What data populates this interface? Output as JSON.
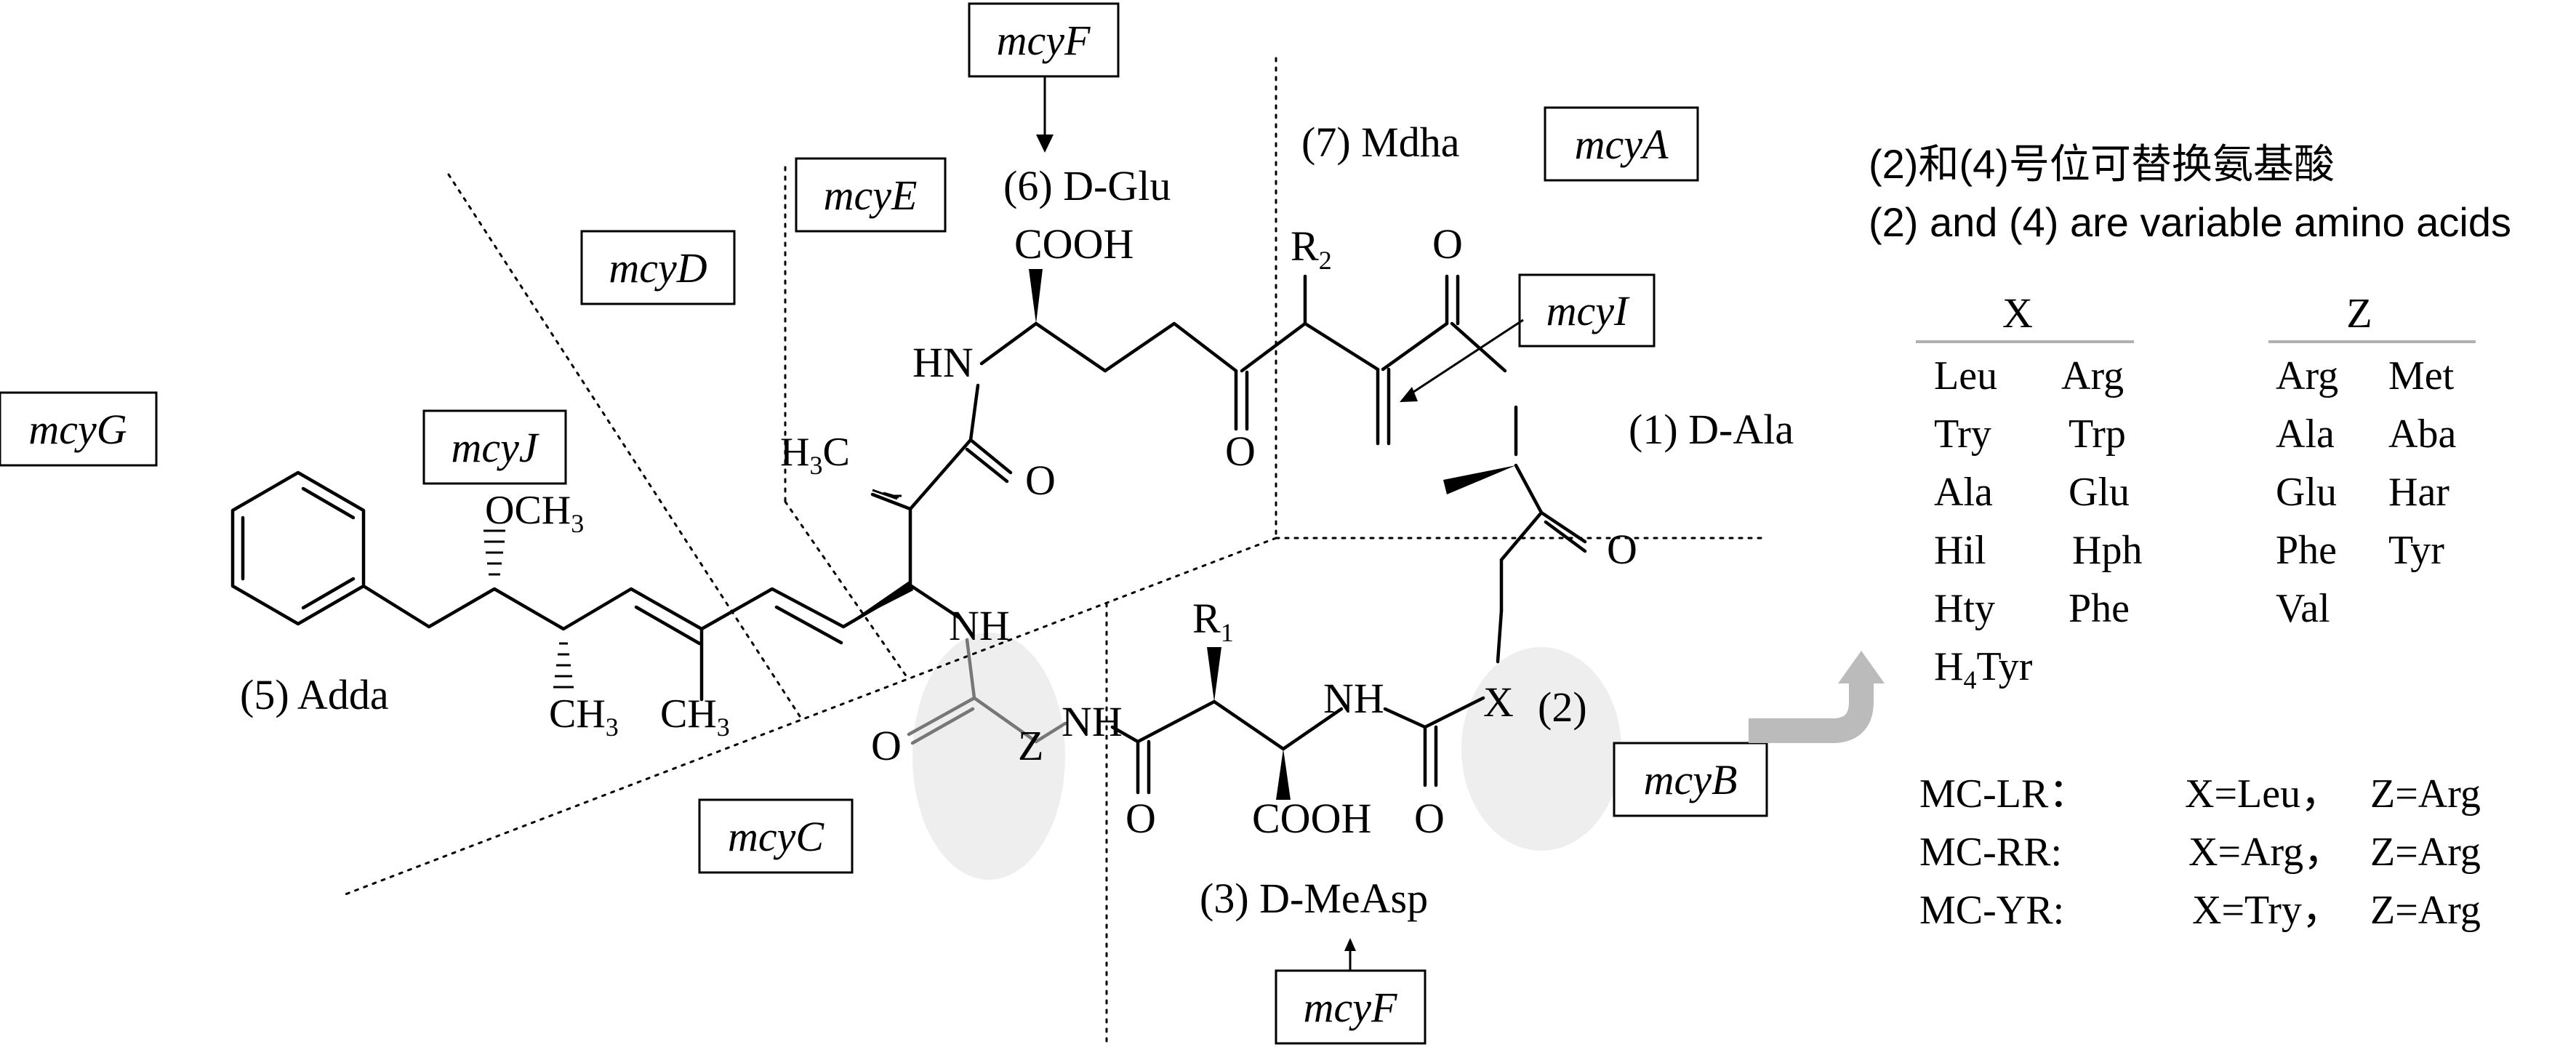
{
  "heading": {
    "chinese": "(2)和(4)号位可替换氨基酸",
    "english": "(2) and  (4) are variable amino acids"
  },
  "genes": {
    "mcyA": "mcyA",
    "mcyB": "mcyB",
    "mcyC": "mcyC",
    "mcyD": "mcyD",
    "mcyE": "mcyE",
    "mcyF_top": "mcyF",
    "mcyF_bottom": "mcyF",
    "mcyG": "mcyG",
    "mcyI": "mcyI",
    "mcyJ": "mcyJ"
  },
  "residues": {
    "r1": "(1) D-Ala",
    "r2": "(2)",
    "r3": "(3) D-MeAsp",
    "r5": "(5) Adda",
    "r6": "(6) D-Glu",
    "r7": "(7) Mdha"
  },
  "atoms": {
    "cooh_top": "COOH",
    "cooh_bottom": "COOH",
    "hn": "HN",
    "nh_adda": "NH",
    "nh_z": "NH",
    "nh_asp": "NH",
    "o": "O",
    "och3": "OCH",
    "x": "X",
    "z": "Z",
    "r": "R",
    "ch": "CH",
    "h3c_h": "H",
    "h3c_c": "C",
    "sub1": "1",
    "sub2": "2",
    "sub3": "3"
  },
  "x_table": {
    "header": "X",
    "col1": [
      "Leu",
      "Try",
      "Ala",
      "Hil",
      "Hty"
    ],
    "col2": [
      "Arg",
      "Trp",
      "Glu",
      "Hph",
      "Phe"
    ],
    "last_main": "H",
    "last_sub": "4",
    "last_tail": "Tyr"
  },
  "z_table": {
    "header": "Z",
    "col1": [
      "Arg",
      "Ala",
      "Glu",
      "Phe",
      "Val"
    ],
    "col2": [
      "Met",
      "Aba",
      "Har",
      "Tyr"
    ]
  },
  "variants": [
    {
      "name": "MC-LR：",
      "x": "X=Leu，",
      "z": "Z=Arg"
    },
    {
      "name": "MC-RR:",
      "x": "X=Arg，",
      "z": "Z=Arg"
    },
    {
      "name": "MC-YR:",
      "x": "X=Try，",
      "z": "Z=Arg"
    }
  ],
  "colors": {
    "ink": "#000000",
    "grey_bond": "#777777",
    "highlight": "#eeeeee",
    "big_arrow": "#bbbbbb"
  }
}
